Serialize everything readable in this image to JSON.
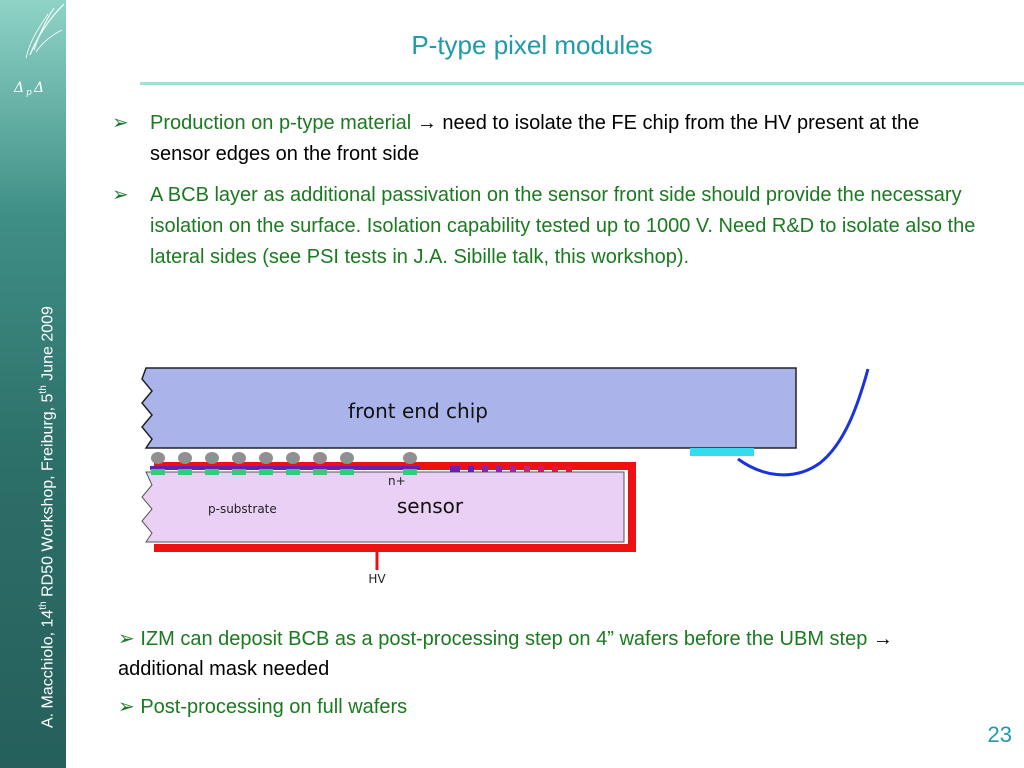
{
  "slide": {
    "title": "P-type pixel modules",
    "page_number": "23",
    "sidebar_text": {
      "pre": "A. Macchiolo, 14",
      "sup1": "th",
      "mid": " RD50 Workshop, Freiburg, 5",
      "sup2": "th",
      "post": " June 2009"
    }
  },
  "bullets": [
    {
      "green": "Production on p-type material ",
      "arrow": "→",
      "black": " need to isolate the FE chip from the HV present at the sensor edges on the front side"
    },
    {
      "green": " A BCB layer as additional passivation on the sensor front side should provide the necessary isolation on the surface. Isolation capability tested up to 1000 V. Need R&D to isolate also the lateral sides (see  PSI tests in J.A. Sibille talk, this workshop)."
    }
  ],
  "diagram": {
    "chip_label": "front end chip",
    "sensor_label": "sensor",
    "substrate_label": "p-substrate",
    "implant_label": "n+",
    "hv_label": "HV",
    "colors": {
      "chip": "#aab4ea",
      "sensor": "#ead0f4",
      "hv_frame": "#ee1111",
      "bumps": "#909090",
      "ubm": "#33cc77",
      "bcb": "#6a1fb2",
      "wire": "#1a33dd",
      "pad": "#33ddee"
    }
  },
  "notes": [
    {
      "green": "IZM can  deposit BCB as a post-processing step on 4” wafers before the UBM step ",
      "arrow": "→",
      "black": " additional mask needed"
    },
    {
      "green": "Post-processing on full wafers"
    }
  ]
}
